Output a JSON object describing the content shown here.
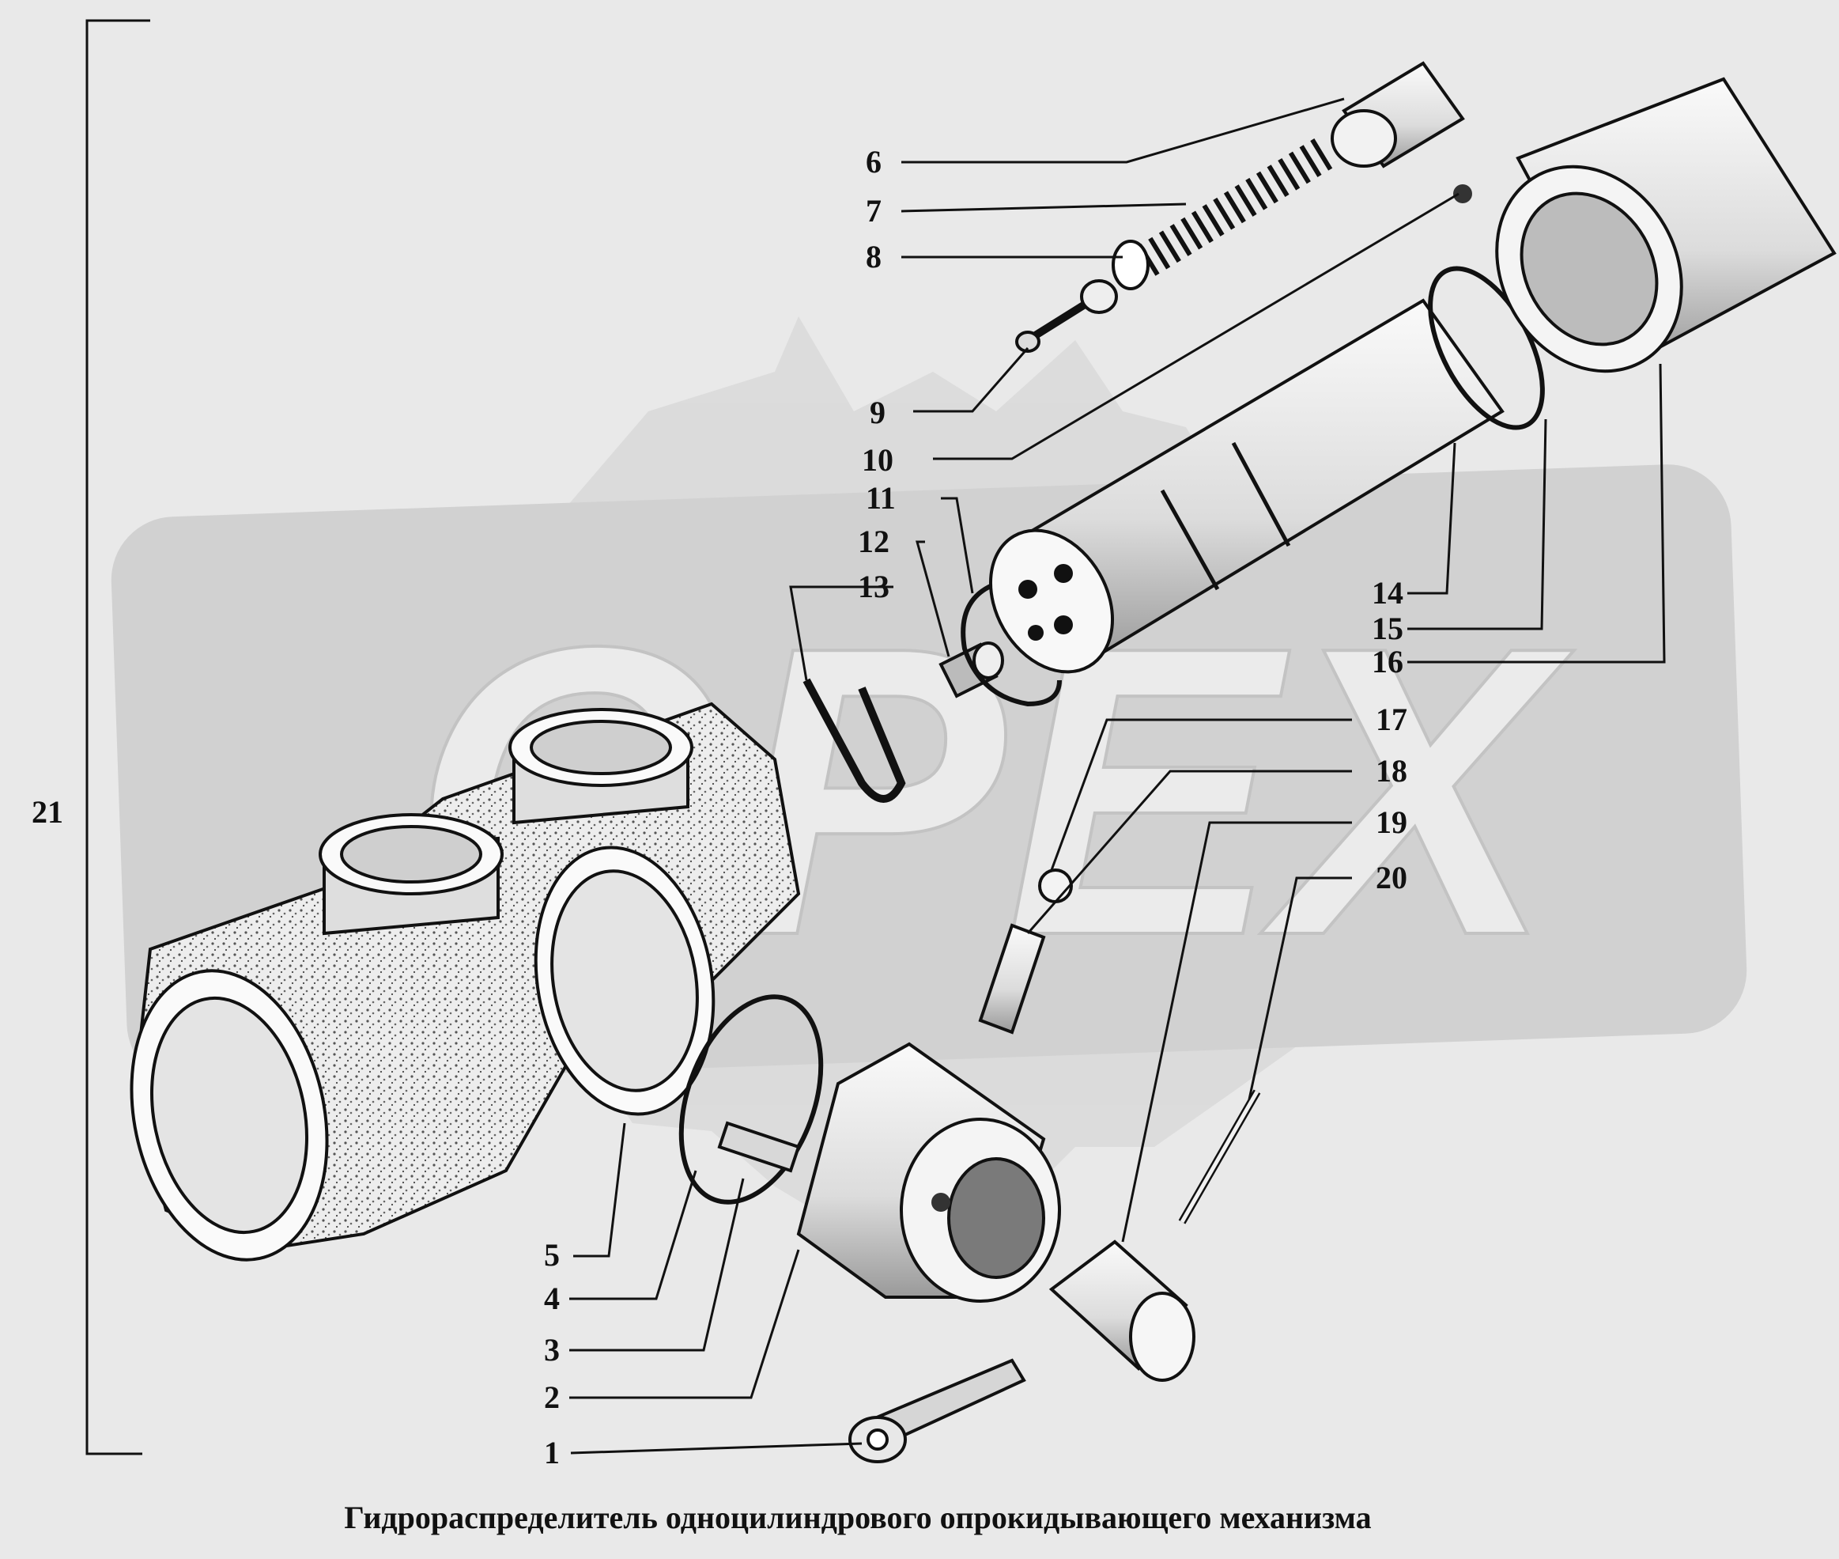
{
  "caption": "Гидрораспределитель одноцилиндрового опрокидывающего механизма",
  "assembly_label": "21",
  "callouts": [
    "1",
    "2",
    "3",
    "4",
    "5",
    "6",
    "7",
    "8",
    "9",
    "10",
    "11",
    "12",
    "13",
    "14",
    "15",
    "16",
    "17",
    "18",
    "19",
    "20"
  ],
  "watermark": {
    "text": "OPEX",
    "color": "#cfcfcf"
  },
  "colors": {
    "background": "#e9e9e9",
    "ink": "#111111",
    "part_fill": "#f7f7f7",
    "texture": "#8a8a8a"
  }
}
